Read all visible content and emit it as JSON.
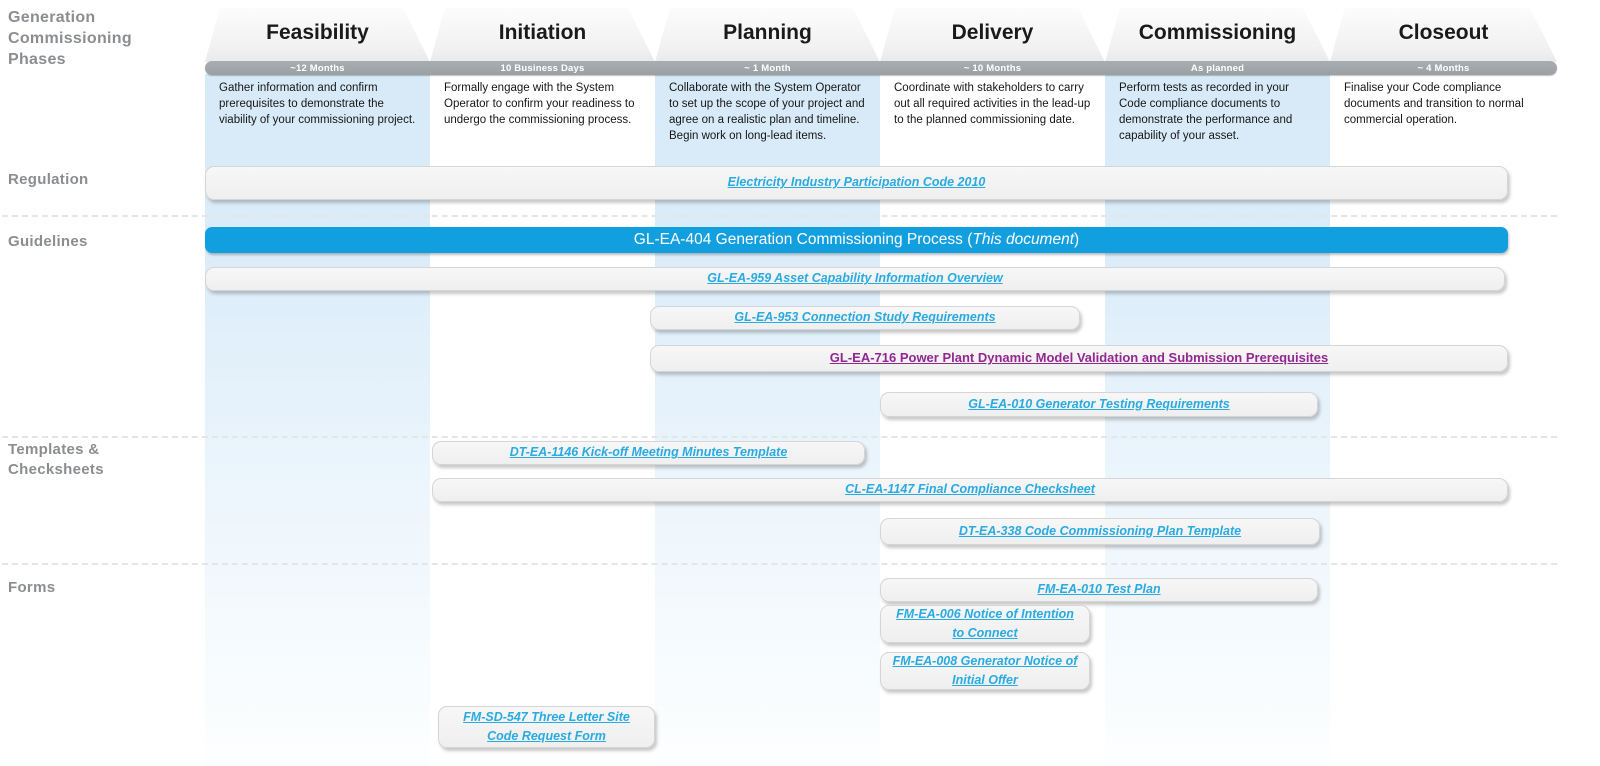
{
  "header": {
    "title": "Generation\nCommissioning\nPhases"
  },
  "phases": [
    {
      "name": "Feasibility",
      "duration": "~12 Months",
      "description": "Gather information and confirm prerequisites to demonstrate the viability of your commissioning project."
    },
    {
      "name": "Initiation",
      "duration": "10 Business Days",
      "description": "Formally engage with the System Operator to confirm your readiness to undergo the commissioning process."
    },
    {
      "name": "Planning",
      "duration": "~ 1 Month",
      "description": "Collaborate with the System Operator to set up the scope of your project and agree on a realistic plan and timeline.\nBegin work on long-lead items."
    },
    {
      "name": "Delivery",
      "duration": "~ 10 Months",
      "description": "Coordinate with stakeholders to carry out all required activities in the lead-up to the planned commissioning date."
    },
    {
      "name": "Commissioning",
      "duration": "As planned",
      "description": "Perform tests as recorded in your Code compliance documents to demonstrate the performance and capability of your asset."
    },
    {
      "name": "Closeout",
      "duration": "~ 4 Months",
      "description": "Finalise your Code compliance documents and transition to normal commercial operation."
    }
  ],
  "sections": {
    "regulation_label": "Regulation",
    "guidelines_label": "Guidelines",
    "templates_label": "Templates &\nChecksheets",
    "forms_label": "Forms"
  },
  "documents": {
    "eipc": {
      "label": "Electricity Industry Participation Code 2010"
    },
    "gl_ea_404": {
      "prefix": "GL-EA-404 Generation Commissioning Process (",
      "italic_part": "This document",
      "suffix": ")"
    },
    "gl_ea_959": {
      "label": "GL-EA-959 Asset Capability Information Overview"
    },
    "gl_ea_953": {
      "label": "GL-EA-953 Connection Study Requirements"
    },
    "gl_ea_716": {
      "label": "GL-EA-716 Power Plant Dynamic Model Validation and Submission Prerequisites"
    },
    "gl_ea_010": {
      "label": "GL-EA-010 Generator Testing Requirements"
    },
    "dt_ea_1146": {
      "label": "DT-EA-1146 Kick-off Meeting Minutes Template"
    },
    "cl_ea_1147": {
      "label": "CL-EA-1147 Final Compliance Checksheet"
    },
    "dt_ea_338": {
      "label": "DT-EA-338 Code Commissioning Plan Template"
    },
    "fm_ea_010": {
      "label": "FM-EA-010 Test Plan"
    },
    "fm_ea_006": {
      "label": "FM-EA-006 Notice of Intention to Connect"
    },
    "fm_ea_008": {
      "label": "FM-EA-008 Generator Notice of Initial Offer"
    },
    "fm_sd_547": {
      "label": "FM-SD-547 Three Letter Site Code Request Form"
    }
  },
  "colors": {
    "link_blue": "#29ABE2",
    "visited_purple": "#92278F",
    "highlight_bar_blue": "#129FE0",
    "phase_band_blue": "#D7EAF8",
    "timeline_gray": "#9BA0A5",
    "section_label_gray": "#8B8D90"
  }
}
